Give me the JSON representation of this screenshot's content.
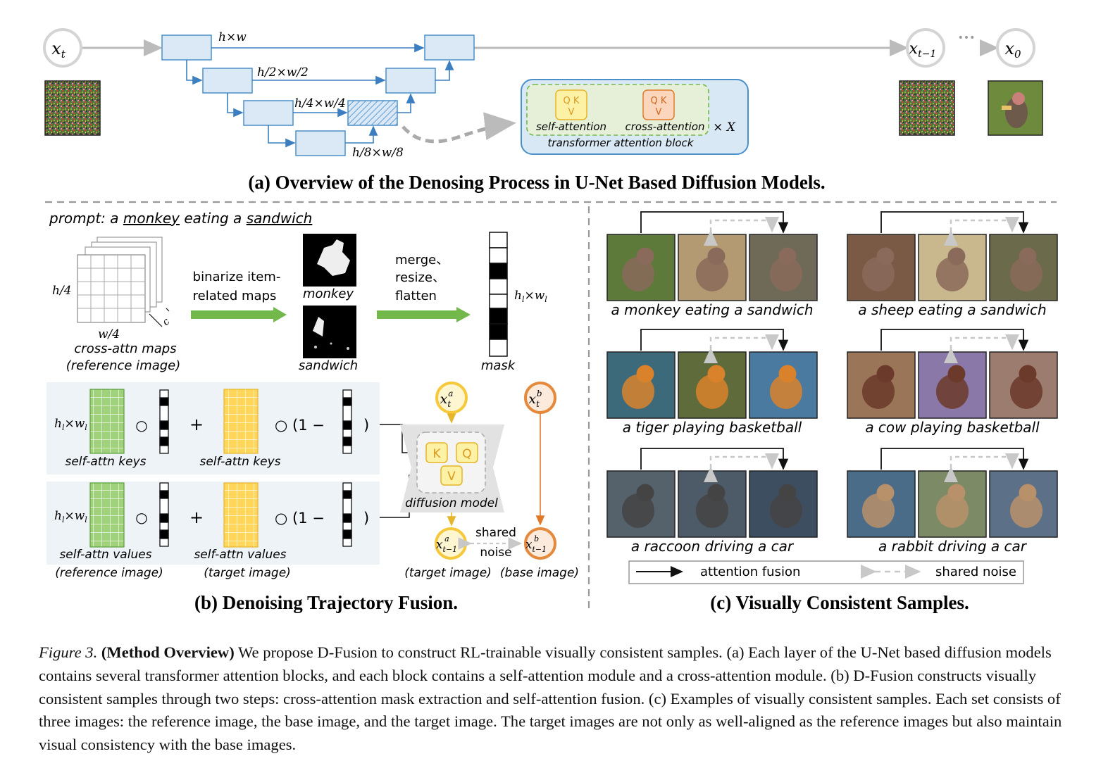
{
  "panel_a": {
    "title": "(a) Overview of the Denosing Process in U-Net Based Diffusion Models.",
    "nodes": {
      "xt": "x",
      "xt_sub": "t",
      "xt1": "x",
      "xt1_sub": "t−1",
      "x0": "x",
      "x0_sub": "0",
      "ellipsis": "•••"
    },
    "resolutions": [
      "h×w",
      "h/2×w/2",
      "h/4×w/4",
      "h/8×w/8"
    ],
    "block": {
      "qk": "Q  K",
      "v": "V",
      "self_label": "self-attention",
      "cross_label": "cross-attention",
      "repeat": "× X",
      "caption": "transformer attention block"
    }
  },
  "panel_b": {
    "title": "(b) Denoising Trajectory Fusion.",
    "prompt": {
      "prefix": "prompt: a ",
      "w1": "monkey",
      "mid": " eating a ",
      "w2": "sandwich"
    },
    "maps_h": "h/4",
    "maps_w": "w/4",
    "maps_c": "c",
    "maps_label1": "cross-attn maps",
    "maps_label2": "(reference image)",
    "binarize1": "binarize item-",
    "binarize2": "related maps",
    "monkey": "monkey",
    "sandwich": "sandwich",
    "merge1": "merge、",
    "merge2": "resize、",
    "merge3": "flatten",
    "mask_dim": "h",
    "mask_dim_sub1": "l",
    "mask_dim_x": "×w",
    "mask_dim_sub2": "l",
    "mask": "mask",
    "row_dim": "h",
    "row_sub1": "l",
    "row_x": "×w",
    "row_sub2": "l",
    "circ": "○",
    "plus": "+",
    "one_minus": "○ (1 −",
    "close": ")",
    "keys_ref": "self-attn keys",
    "keys_tgt": "self-attn keys",
    "vals_ref": "self-attn values",
    "vals_ref2": "(reference image)",
    "vals_tgt": "self-attn values",
    "vals_tgt2": "(target image)",
    "xa": "x",
    "xa_sub": "t",
    "xa_sup": "a",
    "xb": "x",
    "xb_sub": "t",
    "xb_sup": "b",
    "xa1_sub": "t−1",
    "xb1_sub": "t−1",
    "K": "K",
    "Q": "Q",
    "V": "V",
    "diffusion": "diffusion model",
    "shared": "shared",
    "noise": "noise",
    "target": "(target image)",
    "base": "(base image)"
  },
  "panel_c": {
    "title": "(c) Visually Consistent Samples.",
    "samples": [
      "a monkey eating a sandwich",
      "a sheep eating a sandwich",
      "a tiger playing basketball",
      "a cow playing basketball",
      "a raccoon driving a car",
      "a rabbit driving a car"
    ],
    "legend": {
      "fusion": "attention fusion",
      "noise": "shared noise"
    }
  },
  "caption": {
    "fig": "Figure 3.",
    "bold": "(Method Overview)",
    "text": " We propose D-Fusion to construct RL-trainable visually consistent samples. (a) Each layer of the U-Net based diffusion models contains several transformer attention blocks, and each block contains a self-attention module and a cross-attention module. (b) D-Fusion constructs visually consistent samples through two steps: cross-attention mask extraction and self-attention fusion. (c) Examples of visually consistent samples. Each set consists of three images: the reference image, the base image, and the target image. The target images are not only as well-aligned as the reference images but also maintain visual consistency with the base images."
  },
  "colors": {
    "unet_fill": "#dbe9f6",
    "unet_stroke": "#4a8fc8",
    "block_bg": "#d9e8f5",
    "block_inner": "#e6f0d8",
    "green": "#72b84a",
    "yellow": "#f6c93c",
    "orange": "#e58a3c"
  }
}
